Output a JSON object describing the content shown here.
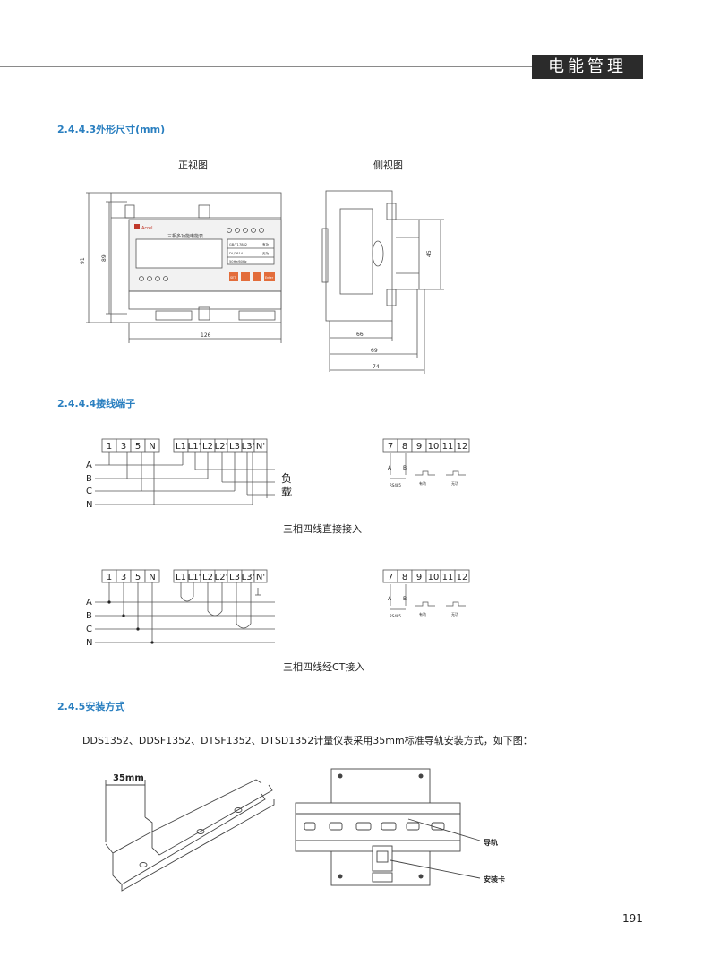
{
  "header": {
    "title": "电能管理"
  },
  "sections": {
    "dimensions": "2.4.4.3外形尺寸(mm)",
    "terminals": "2.4.4.4接线端子",
    "install": "2.4.5安装方式"
  },
  "dimensions": {
    "front_label": "正视图",
    "side_label": "侧视图",
    "dim_91": "91",
    "dim_89": "89",
    "dim_126": "126",
    "dim_45": "45",
    "dim_66": "66",
    "dim_69": "69",
    "dim_74": "74",
    "device_brand": "Acrel",
    "device_name": "三相多功能电能表",
    "spec_1": "GB/T17882",
    "spec_2": "DL/T614",
    "spec_3": "50Hz/60Hz",
    "btn_set": "SET",
    "btn_enter": "Enter",
    "tag_1": "有功",
    "tag_2": "无功"
  },
  "wiring": {
    "terminals_left": [
      "1",
      "3",
      "5",
      "N"
    ],
    "terminals_load": [
      "L1",
      "L1'",
      "L2",
      "L2'",
      "L3",
      "L3'",
      "N'"
    ],
    "terminals_right": [
      "7",
      "8",
      "9",
      "10",
      "11",
      "12"
    ],
    "phases": [
      "A",
      "B",
      "C",
      "N"
    ],
    "load_label_1": "负",
    "load_label_2": "载",
    "comm_a": "A",
    "comm_b": "B",
    "rs485": "RS485",
    "pulse_1": "有功",
    "pulse_2": "无功",
    "caption_direct": "三相四线直接接入",
    "caption_ct": "三相四线经CT接入"
  },
  "install": {
    "text": "DDS1352、DDSF1352、DTSF1352、DTSD1352计量仪表采用35mm标准导轨安装方式，如下图：",
    "rail_width": "35mm",
    "label_rail": "导轨",
    "label_clip": "安装卡"
  },
  "page_number": "191"
}
